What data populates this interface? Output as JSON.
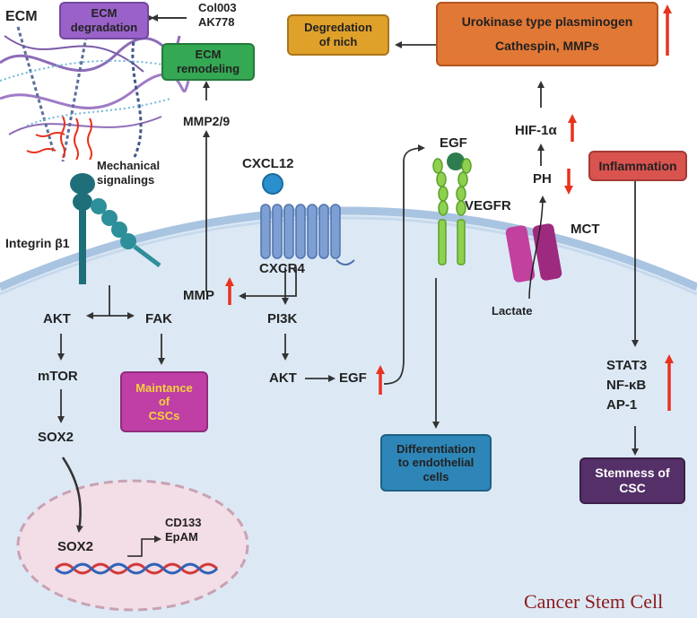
{
  "labels": {
    "ecm": "ECM",
    "col003": "Col003",
    "ak778": "AK778",
    "mechanical_line1": "Mechanical",
    "mechanical_line2": "signalings",
    "integrin": "Integrin β1",
    "mmp29": "MMP2/9",
    "cxcl12": "CXCL12",
    "cxcr4": "CXCR4",
    "mmp": "MMP",
    "pi3k": "PI3K",
    "akt_left": "AKT",
    "fak": "FAK",
    "mtor": "mTOR",
    "sox2_cyto": "SOX2",
    "akt_mid": "AKT",
    "egf_mid": "EGF",
    "egf_top": "EGF",
    "vegfr": "VEGFR",
    "mct": "MCT",
    "lactate": "Lactate",
    "ph": "PH",
    "hif": "HIF-1α",
    "stat3": "STAT3",
    "nfkb": "NF-κB",
    "ap1": "AP-1",
    "sox2_nuc": "SOX2",
    "cd133": "CD133",
    "epam": "EpAM"
  },
  "boxes": {
    "ecm_degradation": [
      "ECM",
      "degradation"
    ],
    "ecm_remodeling": [
      "ECM",
      "remodeling"
    ],
    "degradation_nich": [
      "Degredation",
      "of nich"
    ],
    "urokinase": [
      "Urokinase type plasminogen",
      "Cathespin, MMPs"
    ],
    "inflammation": [
      "Inflammation"
    ],
    "maintance": [
      "Maintance",
      "of",
      "CSCs"
    ],
    "differentiation": [
      "Differentiation",
      "to endothelial",
      "cells"
    ],
    "stemness": [
      "Stemness of",
      "CSC"
    ]
  },
  "caption": "Cancer Stem Cell",
  "colors": {
    "cell_fill": "#dce9f5",
    "membrane": "#a9c4e1",
    "nucleus_fill": "#f3dde6",
    "nucleus_border": "#c9a1b3",
    "up_arrow": "#e8321d",
    "down_arrow": "#e8321d",
    "ecm_box": "#9a62c9",
    "remodel_box": "#35a853",
    "nich_box": "#e0a12a",
    "urokinase_box": "#e27835",
    "inflammation_box": "#d9534f",
    "maintance_box": "#bf3fa6",
    "maintance_text": "#f4d23b",
    "diff_box": "#2e86b8",
    "stem_box": "#553068",
    "caption": "#8b1a1a"
  }
}
